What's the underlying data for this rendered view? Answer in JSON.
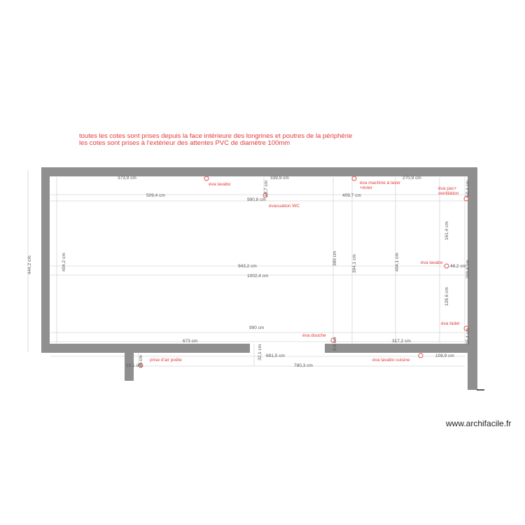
{
  "notes": [
    "toutes les cotes sont prises depuis la face intérieure des longrines  et poutres de la périphérie",
    "les cotes sont prises à l'extérieur des attentes PVC de diamètre 100mm"
  ],
  "watermark": "www.archifacile.fr",
  "colors": {
    "wall": "#8f8f8f",
    "label": "#e23b3b",
    "dimension": "#555555",
    "pipe": "#e05050"
  },
  "dimensions": {
    "d373_9": "373,9 cm",
    "d339_9": "339,9 cm",
    "d270_9": "270,9 cm",
    "d40_7": "40,7 cm",
    "d50_4": "50,4 cm",
    "d509_4": "509,4 cm",
    "d409_7": "409,7 cm",
    "d990_8": "990,8 cm",
    "d444_2": "444,2 cm",
    "d404_2": "404,2 cm",
    "d389": "389 cm",
    "d394_1": "394,1 cm",
    "d404_1": "404,1 cm",
    "d161_4": "161,4 cm",
    "d943_2": "943,2 cm",
    "d48_2": "48,2 cm",
    "d299_6": "299,6 cm",
    "d1002_4": "1002,4 cm",
    "d128_6": "128,6 cm",
    "d990": "990 cm",
    "d35_4": "35,4 cm",
    "d673": "673 cm",
    "d317_2": "317,2 cm",
    "d5_6": "5,6 cm",
    "d32_1": "32,1 cm",
    "d681_5": "681,5 cm",
    "d108_9": "108,9 cm",
    "d10_1": "10,1 cm",
    "d25": "25 cm",
    "d780_3": "780,3 cm"
  },
  "labels": {
    "eva_lavabo_top": "éva lavabo",
    "eva_machine_1": "éva machine à laver",
    "eva_machine_2": "+évier",
    "eva_pac_1": "éva pac+",
    "eva_pac_2": "ventilation",
    "evacuation_wc": "évacuation WC",
    "eva_lavabo_right": "éva lavabo",
    "eva_bidet": "éva bidet",
    "eva_douche": "éva douche",
    "prise_air": "prise d'air poêle",
    "eva_lavabo_cuisine": "éva lavabo cuisine"
  }
}
